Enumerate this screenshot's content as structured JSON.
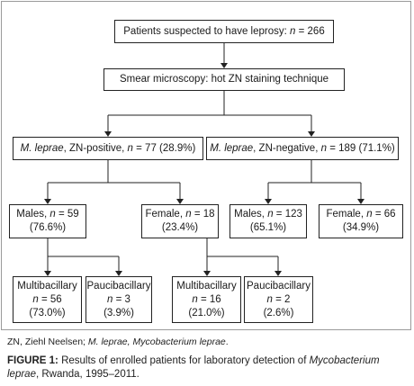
{
  "boxes": {
    "root": {
      "text": "Patients suspected to have leprosy: ",
      "n": "n",
      "eq": " = 266"
    },
    "smear": {
      "text": "Smear microscopy: hot ZN staining technique"
    },
    "pos": {
      "species": "M. leprae",
      "rest": ", ZN-positive, ",
      "n": "n",
      "eq": " = 77 (28.9%)"
    },
    "neg": {
      "species": "M. leprae",
      "rest": ", ZN-negative, ",
      "n": "n",
      "eq": " = 189 (71.1%)"
    },
    "pos_males": {
      "line1": "Males, ",
      "n": "n",
      "eq": " = 59",
      "line2": "(76.6%)"
    },
    "pos_female": {
      "line1": "Female, ",
      "n": "n",
      "eq": " = 18",
      "line2": "(23.4%)"
    },
    "neg_males": {
      "line1": "Males, ",
      "n": "n",
      "eq": " = 123",
      "line2": "(65.1%)"
    },
    "neg_female": {
      "line1": "Female, ",
      "n": "n",
      "eq": " = 66",
      "line2": "(34.9%)"
    },
    "m_multi": {
      "line1": "Multibacillary",
      "n": "n",
      "eq": " = 56",
      "line3": "(73.0%)"
    },
    "m_pauci": {
      "line1": "Paucibacillary",
      "n": "n",
      "eq": " = 3",
      "line3": "(3.9%)"
    },
    "f_multi": {
      "line1": "Multibacillary",
      "n": "n",
      "eq": " = 16",
      "line3": "(21.0%)"
    },
    "f_pauci": {
      "line1": "Paucibacillary",
      "n": "n",
      "eq": " = 2",
      "line3": "(2.6%)"
    }
  },
  "footnote": {
    "abbr": "ZN, Ziehl Neelsen; ",
    "species": "M. leprae, Mycobacterium leprae",
    "end": "."
  },
  "caption": {
    "label": "FIGURE 1:",
    "text1": " Results of enrolled patients for laboratory detection of ",
    "species": "Mycobacterium leprae",
    "text2": ", Rwanda, 1995–2011."
  },
  "colors": {
    "line": "#222222",
    "frame": "#9a9a9a"
  }
}
